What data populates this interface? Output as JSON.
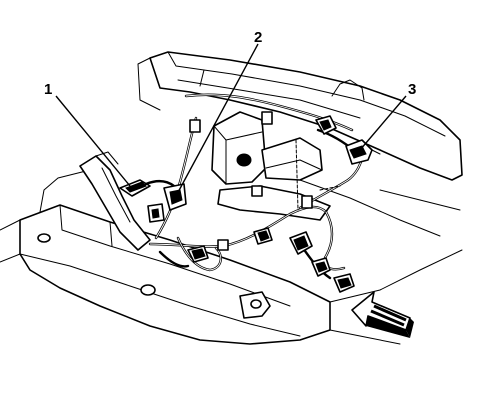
{
  "callouts": [
    {
      "id": "1",
      "label": "1"
    },
    {
      "id": "2",
      "label": "2"
    },
    {
      "id": "3",
      "label": "3"
    }
  ],
  "colors": {
    "ink": "#000000",
    "background": "#ffffff"
  },
  "icons": {
    "view_direction": "view-direction-arrow-icon"
  }
}
